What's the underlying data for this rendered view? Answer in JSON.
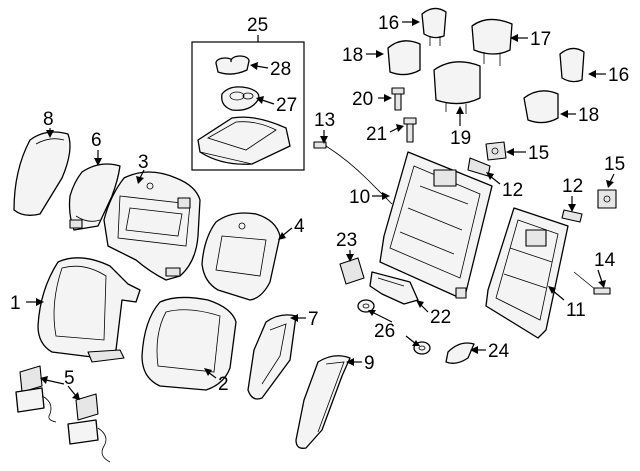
{
  "diagram": {
    "callouts": {
      "c1": "1",
      "c2": "2",
      "c3": "3",
      "c4": "4",
      "c5": "5",
      "c6": "6",
      "c7": "7",
      "c8": "8",
      "c9": "9",
      "c10": "10",
      "c11": "11",
      "c12a": "12",
      "c12b": "12",
      "c13": "13",
      "c14": "14",
      "c15a": "15",
      "c15b": "15",
      "c16a": "16",
      "c16b": "16",
      "c17": "17",
      "c18a": "18",
      "c18b": "18",
      "c19": "19",
      "c20": "20",
      "c21": "21",
      "c22": "22",
      "c23": "23",
      "c24": "24",
      "c25": "25",
      "c26": "26",
      "c27": "27",
      "c28": "28"
    }
  }
}
